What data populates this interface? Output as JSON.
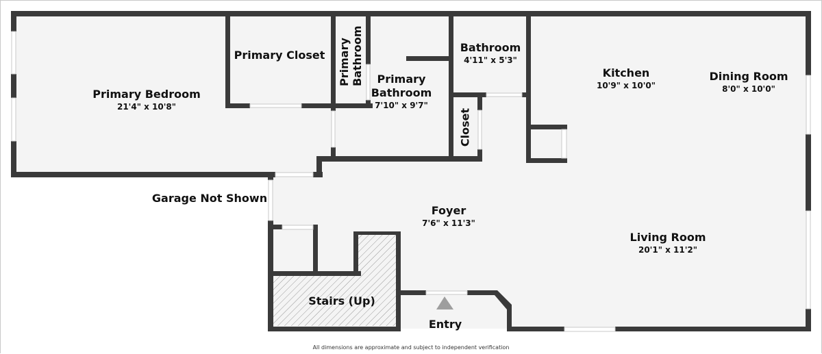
{
  "plan": {
    "colors": {
      "wall": "#3a3a3a",
      "floor": "#f4f4f4",
      "background": "#ffffff",
      "entry_arrow": "#9e9e9e",
      "hatch": "#9a9a9a"
    },
    "rooms": [
      {
        "name": "Primary Bedroom",
        "dimensions": "21'4\" x 10'8\""
      },
      {
        "name": "Primary Closet",
        "dimensions": ""
      },
      {
        "name": "Primary Bathroom",
        "dimensions": ""
      },
      {
        "name": "Primary Bathroom",
        "dimensions": "7'10\" x 9'7\""
      },
      {
        "name": "Bathroom",
        "dimensions": "4'11\" x 5'3\""
      },
      {
        "name": "Closet",
        "dimensions": ""
      },
      {
        "name": "Kitchen",
        "dimensions": "10'9\" x 10'0\""
      },
      {
        "name": "Dining Room",
        "dimensions": "8'0\" x 10'0\""
      },
      {
        "name": "Foyer",
        "dimensions": "7'6\" x 11'3\""
      },
      {
        "name": "Living Room",
        "dimensions": "20'1\" x 11'2\""
      },
      {
        "name": "Stairs (Up)",
        "dimensions": ""
      }
    ],
    "labels": {
      "garage": "Garage Not Shown",
      "entry": "Entry"
    },
    "footnote": "All dimensions are approximate and subject to independent verification"
  }
}
